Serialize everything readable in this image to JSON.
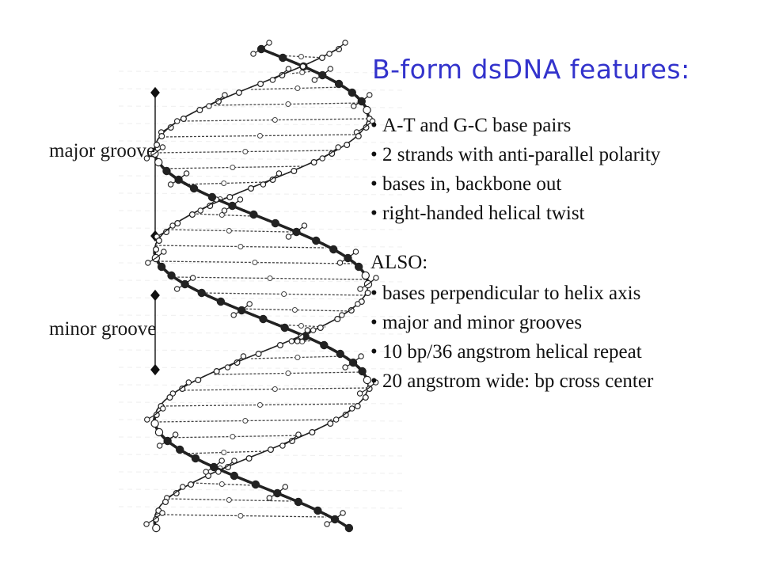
{
  "title": "B-form dsDNA features:",
  "labels": {
    "major_groove": "major groove",
    "minor_groove": "minor groove"
  },
  "features": [
    "A-T and G-C base pairs",
    "2 strands with anti-parallel polarity",
    "bases in, backbone out",
    "right-handed helical twist"
  ],
  "also_heading": "ALSO:",
  "also_features": [
    "bases perpendicular to helix axis",
    "major and minor grooves",
    "10 bp/36 angstrom helical repeat",
    "20 angstrom wide: bp cross center"
  ],
  "colors": {
    "title": "#3333cc",
    "text": "#111111",
    "molecule": "#222222"
  }
}
